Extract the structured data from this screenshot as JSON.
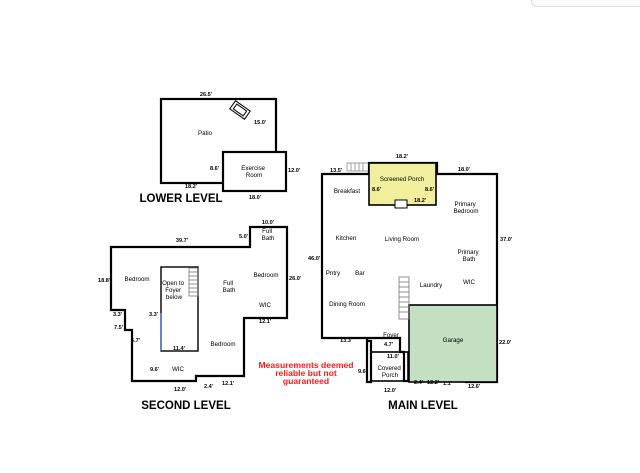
{
  "levels": {
    "lower": "LOWER LEVEL",
    "second": "SECOND LEVEL",
    "main": "MAIN LEVEL"
  },
  "lower": {
    "rooms": {
      "patio": "Patio",
      "exercise": "Exercise\nRoom"
    },
    "dims": {
      "d1": "26.5'",
      "d2": "15.0'",
      "d3": "8.6'",
      "d4": "12.0'",
      "d5": "18.2'",
      "d6": "18.0'"
    }
  },
  "second": {
    "rooms": {
      "full_bath_top": "Full\nBath",
      "bedroom_left": "Bedroom",
      "open_foyer": "Open to\nFoyer\nbelow",
      "full_bath_mid": "Full\nBath",
      "bedroom_right": "Bedroom",
      "wic_right": "WIC",
      "bedroom_bottom": "Bedroom",
      "wic_bottom": "WIC"
    },
    "dims": {
      "d_10_0": "10.0'",
      "d_39_7": "39.7'",
      "d_5_0": "5.0'",
      "d_18_8": "18.8'",
      "d_26_0": "26.0'",
      "d_3_3_a": "3.3'",
      "d_3_3_b": "3.3'",
      "d_7_5": "7.5'",
      "d_6_7": "6.7'",
      "d_12_1_a": "12.1'",
      "d_11_4": "11.4'",
      "d_9_6": "9.6'",
      "d_12_1_b": "12.1'",
      "d_2_4": "2.4'",
      "d_12_0": "12.0'"
    }
  },
  "main": {
    "rooms": {
      "screened_porch": "Screened Porch",
      "breakfast": "Breakfast",
      "primary_bedroom": "Primary\nBedroom",
      "kitchen": "Kitchen",
      "living_room": "Living Room",
      "primary_bath": "Primary\nBath",
      "pntry": "Pntry",
      "bar": "Bar",
      "laundry": "Laundry",
      "wic": "WIC",
      "dining_room": "Dining Room",
      "foyer": "Foyer",
      "garage": "Garage",
      "covered_porch": "Covered\nPorch"
    },
    "dims": {
      "d_18_2_top": "18.2'",
      "d_13_5": "13.5'",
      "d_18_0": "18.0'",
      "d_8_6_l": "8.6'",
      "d_8_6_r": "8.6'",
      "d_18_2_in": "18.2'",
      "d_46_0": "46.0'",
      "d_37_0": "37.0'",
      "d_22_0": "22.0'",
      "d_13_3": "13.3'",
      "d_4_7": "4.7'",
      "d_11_0": "11.0'",
      "d_9_6": "9.6'",
      "d_12_0": "12.0'",
      "d_2_4": "2.4'",
      "d_12_2": "12.2'",
      "d_1_1": "1.1'",
      "d_12_6": "12.6'"
    }
  },
  "notice": {
    "line1": "Measurements deemed",
    "line2": "reliable but not",
    "line3": "guaranteed"
  },
  "colors": {
    "screened_porch_fill": "#f1ef9d",
    "garage_fill": "#c5dfc2",
    "notice": "#ff1a1a",
    "stair_line": "#777777"
  }
}
